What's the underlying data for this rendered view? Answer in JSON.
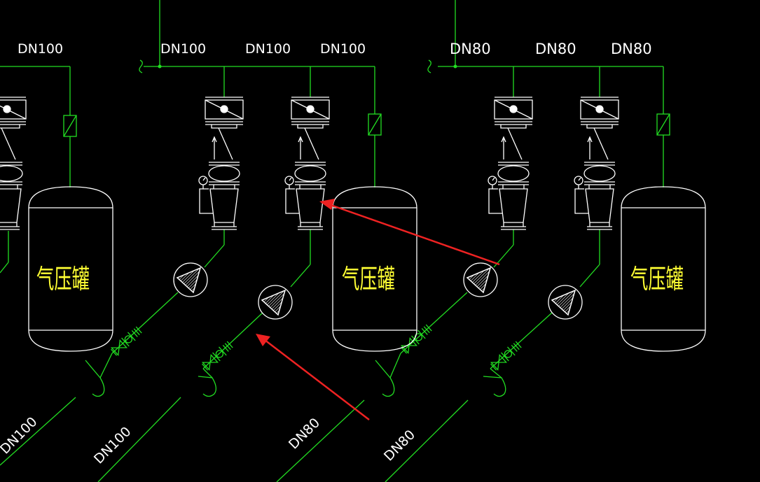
{
  "colors": {
    "background": "#000000",
    "pipe": "#22dd22",
    "equipment": "#ffffff",
    "tank_text": "#ffff33",
    "arrow": "#ee2222"
  },
  "labels": {
    "top_left_dn100": "DN100",
    "top_dn100_a": "DN100",
    "top_dn100_b": "DN100",
    "top_dn100_c": "DN100",
    "top_dn80_a": "DN80",
    "top_dn80_b": "DN80",
    "top_dn80_c": "DN80",
    "bottom_dn100_a": "DN100",
    "bottom_dn100_b": "DN100",
    "bottom_dn80_a": "DN80",
    "bottom_dn80_b": "DN80"
  },
  "tanks": [
    "气压罐",
    "气压罐",
    "气压罐"
  ],
  "icons": [
    "check-valve-icon",
    "soft-joint-icon",
    "pressure-gauge-icon",
    "reducer-icon",
    "pump-icon",
    "gate-valve-icon",
    "pipe-break-icon",
    "arrow-icon"
  ]
}
